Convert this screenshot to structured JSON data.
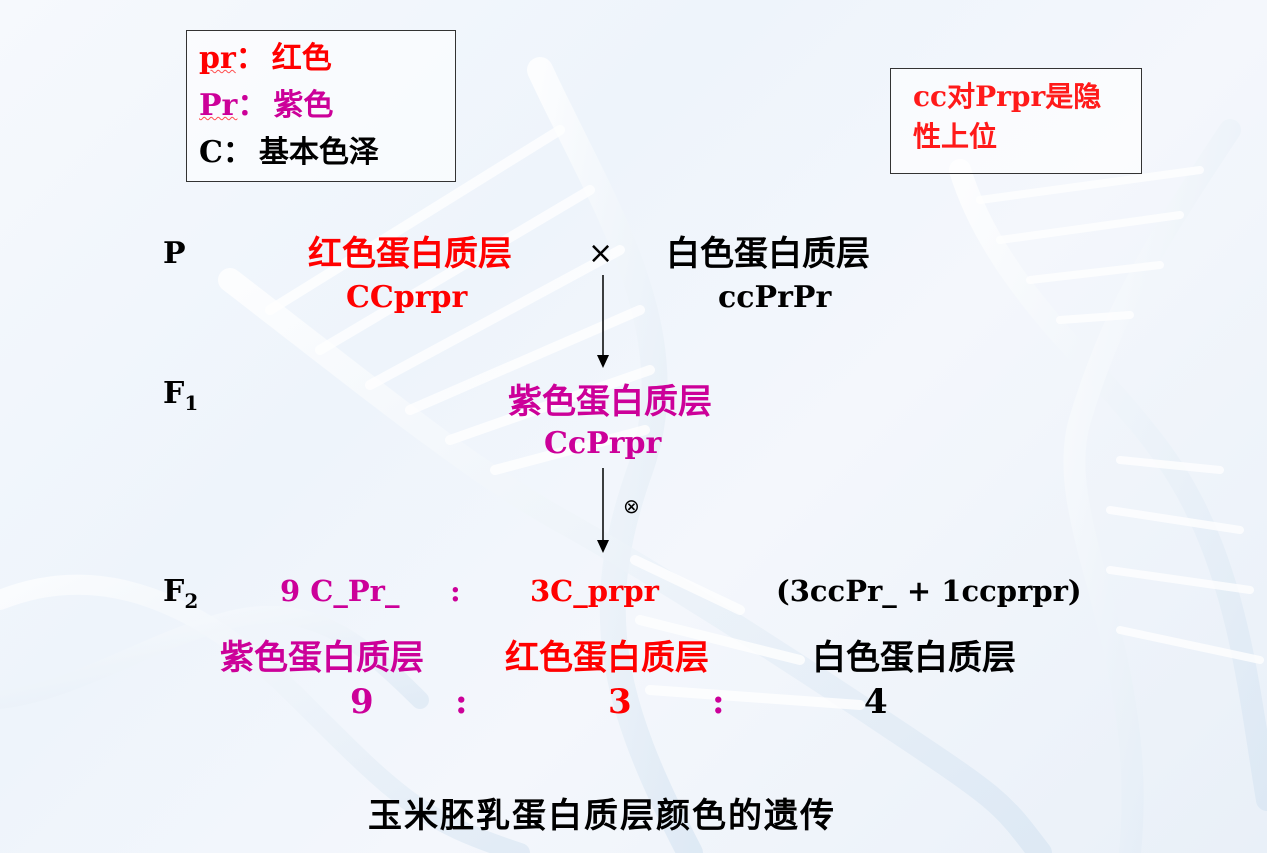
{
  "legend": {
    "line1": {
      "code": "pr",
      "sep": "：",
      "meaning": "红色"
    },
    "line2": {
      "code": "Pr",
      "sep": "：",
      "meaning": "紫色"
    },
    "line3": {
      "code": "C",
      "sep": "：",
      "meaning": "基本色泽"
    }
  },
  "note": {
    "line1": "cc对Prpr是隐",
    "line2": "性上位"
  },
  "parents": {
    "label": "P",
    "left_phenotype": "红色蛋白质层",
    "left_genotype": "CCprpr",
    "cross_symbol": "×",
    "right_phenotype": "白色蛋白质层",
    "right_genotype": "ccPrPr"
  },
  "f1": {
    "label": "F",
    "sub": "1",
    "phenotype": "紫色蛋白质层",
    "genotype": "CcPrpr",
    "self_symbol": "⊗"
  },
  "f2": {
    "label": "F",
    "sub": "2",
    "geno1": "9 C_Pr_",
    "colon1": ":",
    "geno2": "3C_prpr",
    "geno3": "(3ccPr_ + 1ccprpr)",
    "pheno1": "紫色蛋白质层",
    "pheno2": "红色蛋白质层",
    "pheno3": "白色蛋白质层",
    "ratio1": "9",
    "ratio_colon1": ":",
    "ratio2": "3",
    "ratio_colon2": ":",
    "ratio3": "4"
  },
  "caption": "玉米胚乳蛋白质层颜色的遗传",
  "colors": {
    "red": "#ff0000",
    "magenta": "#cc0099",
    "black": "#000000"
  }
}
